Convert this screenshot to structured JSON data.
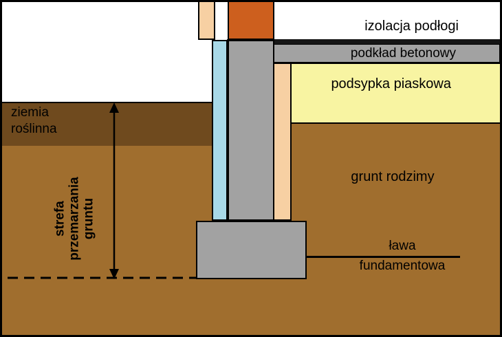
{
  "labels": {
    "floor_insulation": "izolacja podłogi",
    "concrete_underlay": "podkład betonowy",
    "sand_bedding": "podsypka piaskowa",
    "topsoil": [
      "ziemia",
      "roślinna"
    ],
    "native_soil": "grunt rodzimy",
    "footing": [
      "ława",
      "fundamentowa"
    ],
    "frost_zone": [
      "strefa",
      "przemarzania",
      "gruntu"
    ]
  },
  "colors": {
    "topsoil": "#6f4a1e",
    "native_soil": "#a06e2e",
    "sand": "#f8f4a2",
    "concrete": "#a2a2a2",
    "insulation_board": "#a8d9e8",
    "wall_strip": "#f7d0a3",
    "brick": "#cd5f1e",
    "floor_insulation": "#161616",
    "line": "#000000"
  }
}
